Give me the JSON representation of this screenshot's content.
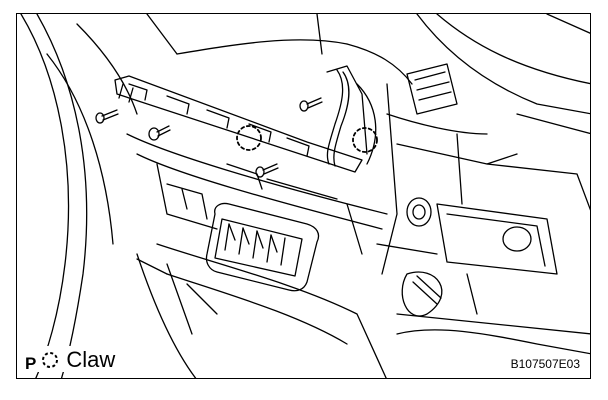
{
  "legend": {
    "prefix": "P",
    "symbol_icon": "dashed-circle-claw-icon",
    "label": "Claw"
  },
  "figure_code": "B107507E03",
  "colors": {
    "line": "#000000",
    "background": "#ffffff"
  }
}
